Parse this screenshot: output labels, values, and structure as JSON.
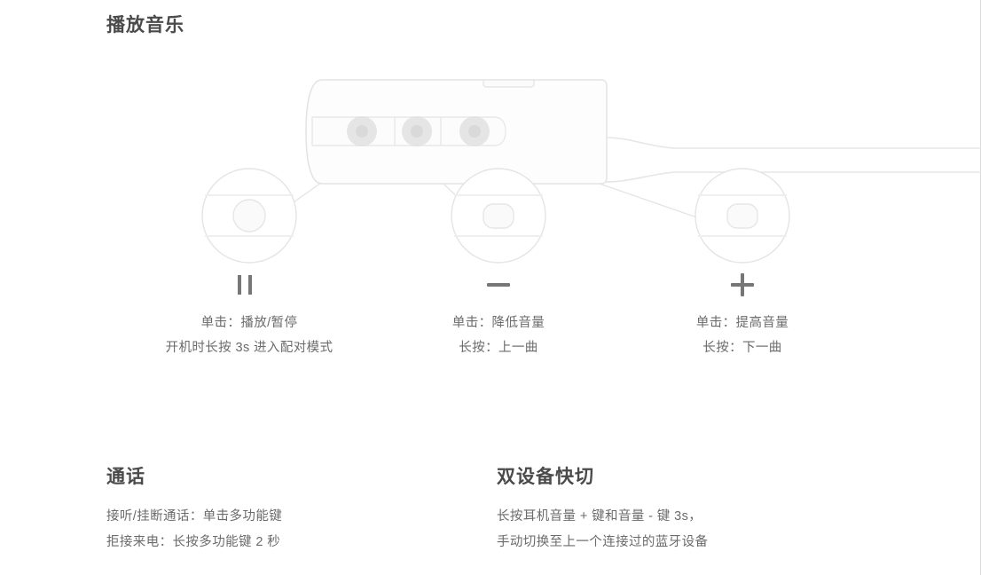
{
  "sections": {
    "play_music": {
      "title": "播放音乐"
    },
    "call": {
      "title": "通话",
      "lines": [
        "接听/挂断通话：单击多功能键",
        "拒接来电：长按多功能键 2 秒"
      ]
    },
    "dual_device": {
      "title": "双设备快切",
      "lines": [
        "长按耳机音量 + 键和音量 - 键 3s，",
        "手动切换至上一个连接过的蓝牙设备"
      ]
    }
  },
  "device": {
    "name": "earphone-control-module",
    "button_count": 3
  },
  "callouts": [
    {
      "icon": "play-pause-icon",
      "lines": [
        "单击：播放/暂停",
        "开机时长按 3s 进入配对模式"
      ]
    },
    {
      "icon": "minus-icon",
      "lines": [
        "单击：降低音量",
        "长按：上一曲"
      ]
    },
    {
      "icon": "plus-icon",
      "lines": [
        "单击：提高音量",
        "长按：下一曲"
      ]
    }
  ],
  "colors": {
    "text": "#6b6b6b",
    "heading": "#4a4a4a",
    "outline": "#e3e3e3",
    "button_fill": "#e0e0e0",
    "glyph": "#767676",
    "background": "#ffffff"
  }
}
